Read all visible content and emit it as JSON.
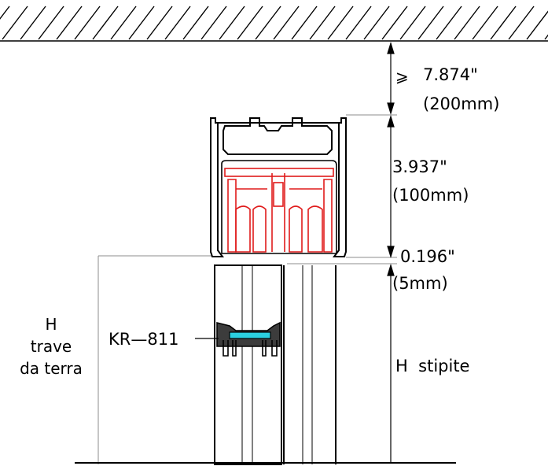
{
  "dimensions": {
    "min_clearance": {
      "symbol": "⩾",
      "inches": "7.874\"",
      "mm": "(200mm)"
    },
    "rail_height": {
      "inches": "3.937\"",
      "mm": "(100mm)"
    },
    "gap": {
      "inches": "0.196\"",
      "mm": "(5mm)"
    }
  },
  "labels": {
    "beam_h": "H",
    "beam_line2": "trave",
    "beam_line3": "da terra",
    "jamb_h": "H  stipite",
    "profile_code": "KR—811"
  },
  "colors": {
    "line": "#000000",
    "ref_line": "#8c8c8c",
    "track": "#e01b1b",
    "seal": "#2bd0e0",
    "gasket": "#3c3c3c"
  }
}
